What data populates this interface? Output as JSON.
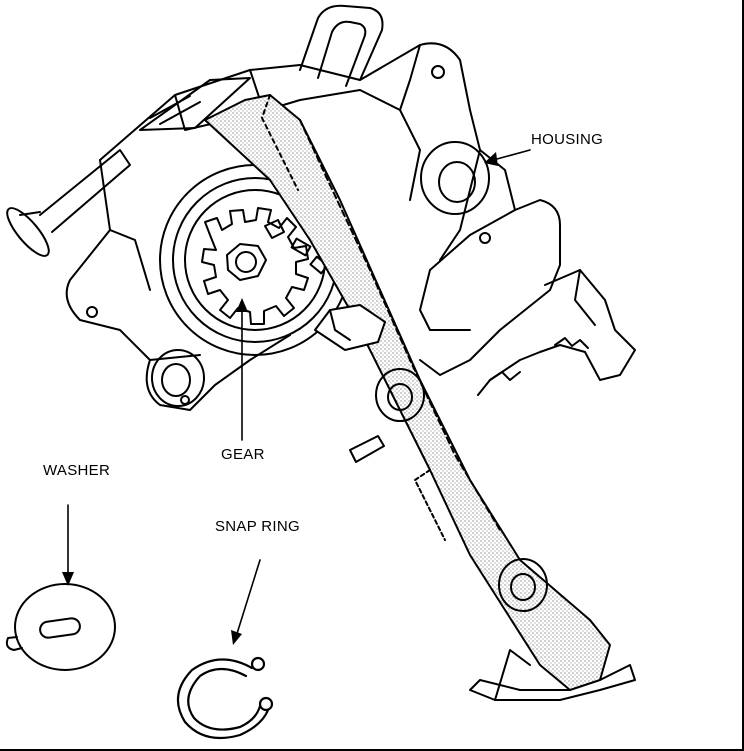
{
  "labels": {
    "housing": "HOUSING",
    "gear": "GEAR",
    "washer": "WASHER",
    "snap_ring": "SNAP RING"
  },
  "colors": {
    "line": "#000000",
    "shade": "#cfcfcf",
    "background": "#ffffff"
  }
}
